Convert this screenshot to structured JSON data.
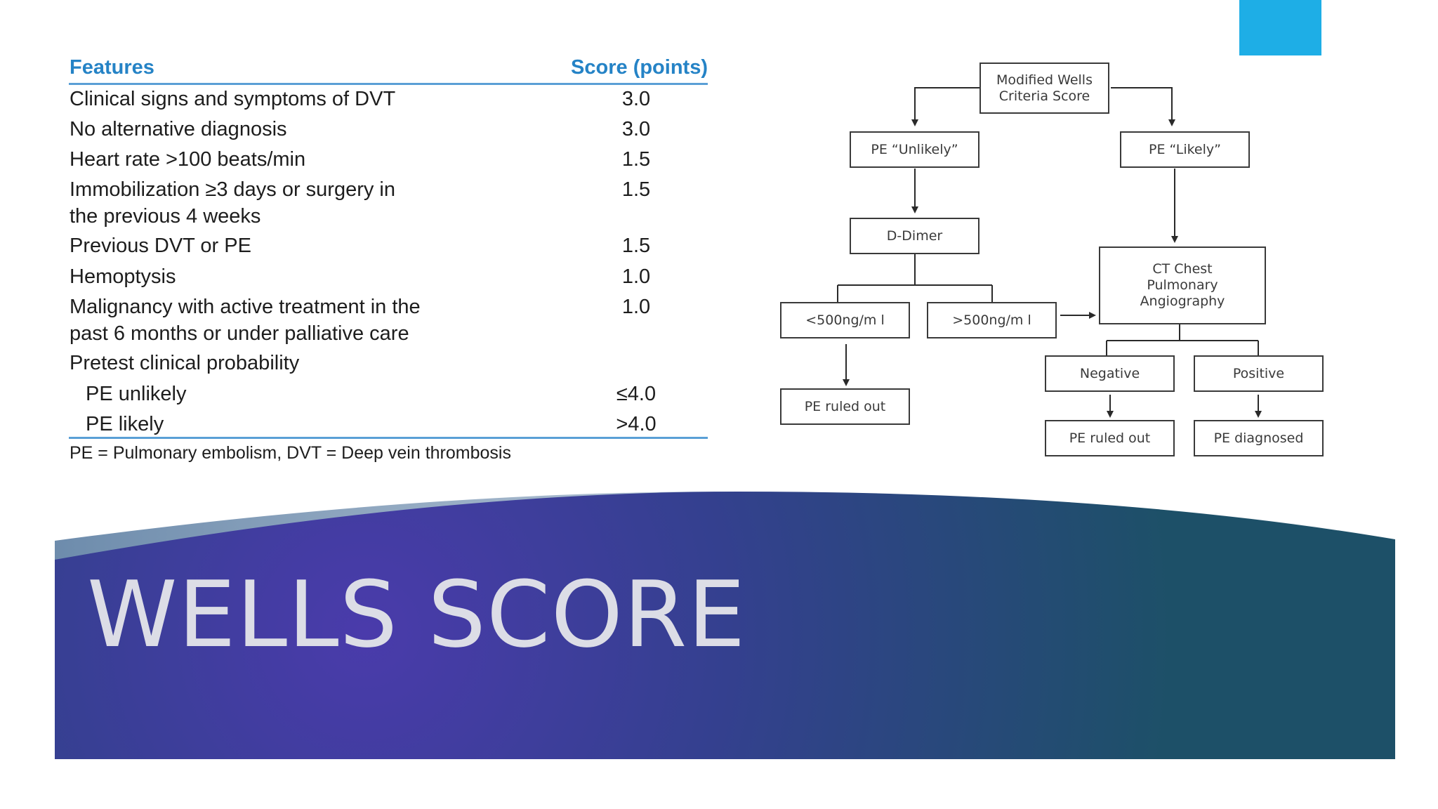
{
  "slide": {
    "title": "WELLS SCORE",
    "colors": {
      "accent": "#1eaee6",
      "table_header": "#2583c6",
      "banner_dark": "#1f4a66",
      "banner_violet": "#4a3bab"
    }
  },
  "table": {
    "headers": {
      "features": "Features",
      "score": "Score (points)"
    },
    "rows": [
      {
        "feature": "Clinical signs and symptoms of DVT",
        "score": "3.0"
      },
      {
        "feature": "No alternative diagnosis",
        "score": "3.0"
      },
      {
        "feature": "Heart rate >100 beats/min",
        "score": "1.5"
      },
      {
        "feature": "Immobilization ≥3 days or surgery in",
        "score": "1.5"
      },
      {
        "feature": "the previous 4 weeks",
        "score": ""
      },
      {
        "feature": "Previous DVT or PE",
        "score": "1.5"
      },
      {
        "feature": "Hemoptysis",
        "score": "1.0"
      },
      {
        "feature": "Malignancy with active treatment in the",
        "score": "1.0"
      },
      {
        "feature": "past 6 months or under palliative care",
        "score": ""
      },
      {
        "feature": "Pretest clinical probability",
        "score": ""
      },
      {
        "feature": "PE unlikely",
        "score": "≤4.0"
      },
      {
        "feature": "PE likely",
        "score": ">4.0"
      }
    ],
    "footnote": "PE = Pulmonary embolism, DVT = Deep vein thrombosis"
  },
  "flowchart": {
    "root": "Modified Wells\nCriteria Score",
    "unlikely": "PE “Unlikely”",
    "likely": "PE “Likely”",
    "ddimer": "D-Dimer",
    "low": "<500ng/m l",
    "high": ">500ng/m l",
    "ct": "CT Chest\nPulmonary\nAngiography",
    "negative": "Negative",
    "positive": "Positive",
    "ruled_out_left": "PE ruled out",
    "ruled_out_right": "PE ruled out",
    "diagnosed": "PE diagnosed"
  }
}
